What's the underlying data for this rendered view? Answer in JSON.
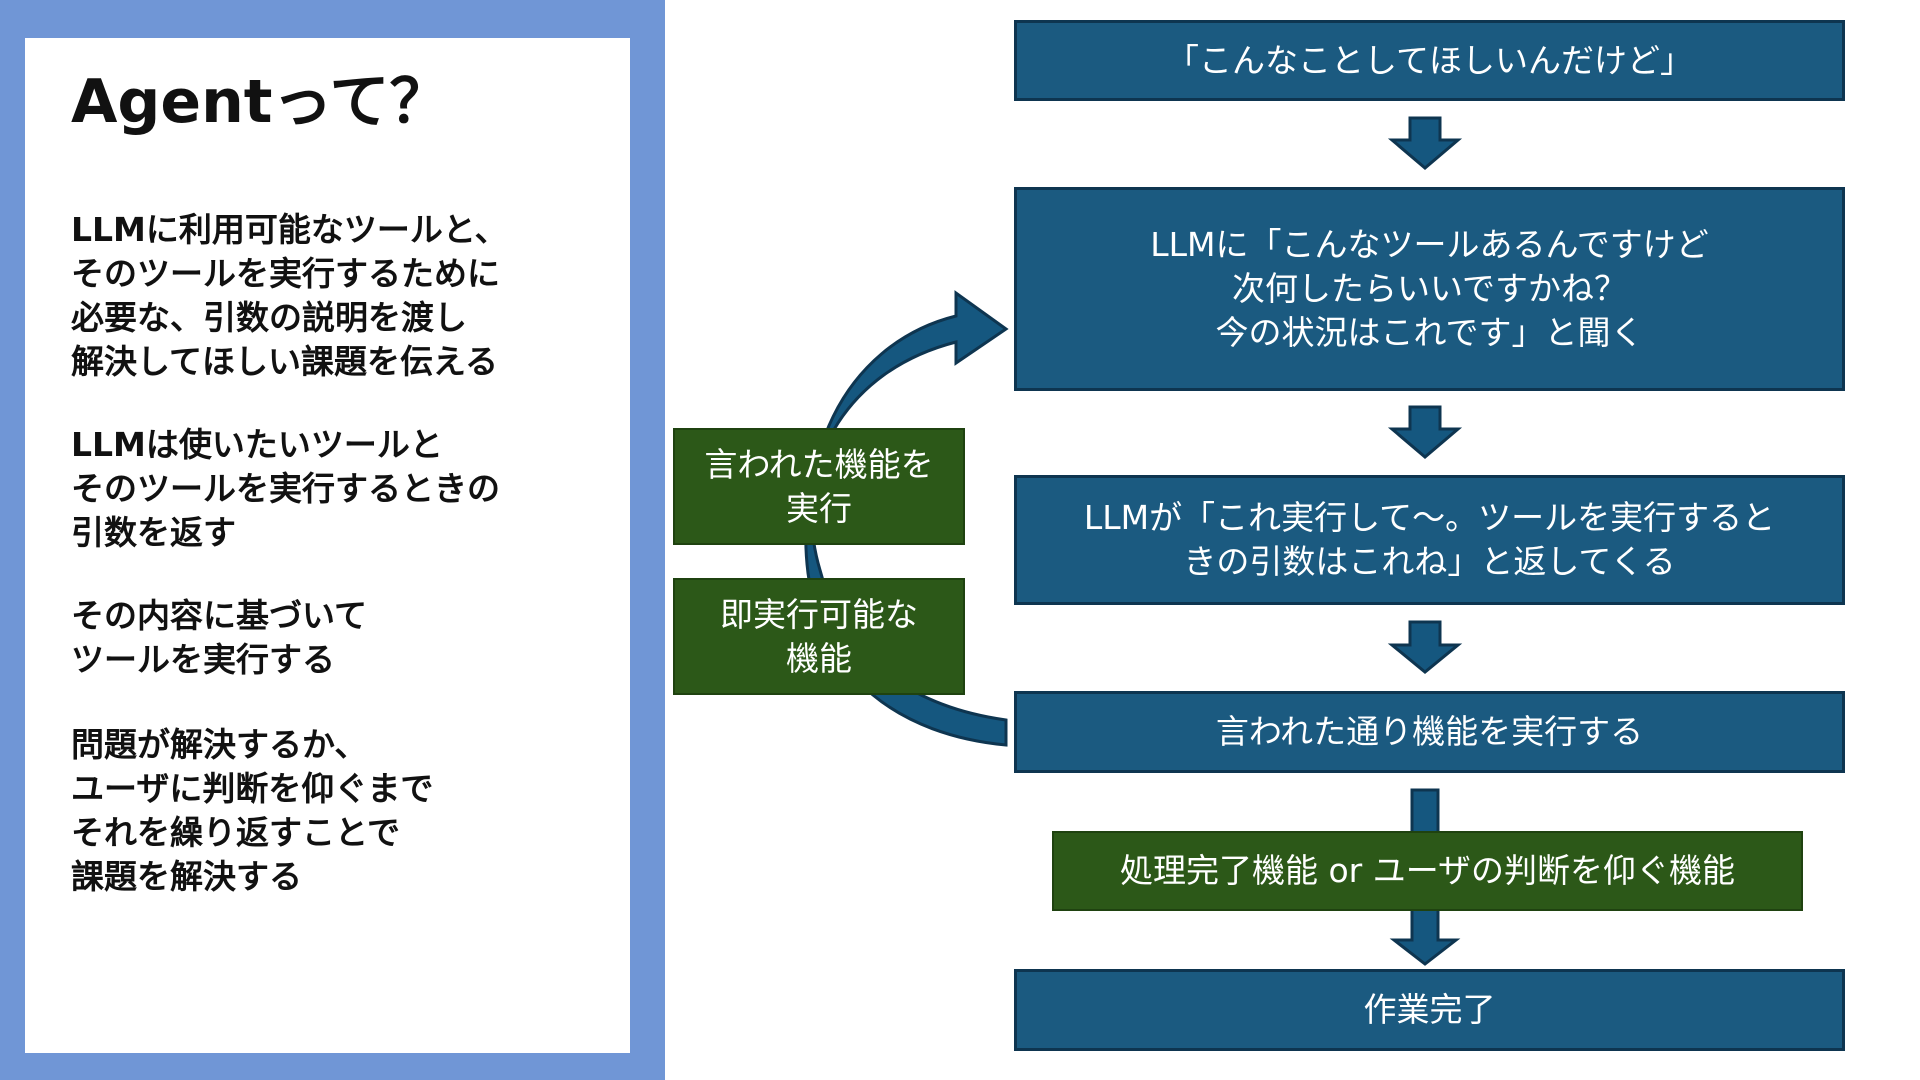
{
  "left": {
    "title": "Agentって？",
    "paragraphs": [
      [
        "LLMに利用可能なツールと、",
        "そのツールを実行するために",
        "必要な、引数の説明を渡し",
        "解決してほしい課題を伝える"
      ],
      [
        "LLMは使いたいツールと",
        "そのツールを実行するときの",
        "引数を返す"
      ],
      [
        "その内容に基づいて",
        "ツールを実行する"
      ],
      [
        "問題が解決するか、",
        "ユーザに判断を仰ぐまで",
        "それを繰り返すことで",
        "課題を解決する"
      ]
    ]
  },
  "flow": {
    "step1": [
      "「こんなことしてほしいんだけど」"
    ],
    "step2": [
      "LLMに「こんなツールあるんですけど",
      "次何したらいいですかね？",
      "今の状況はこれです」と聞く"
    ],
    "step3": [
      "LLMが「これ実行して〜。ツールを実行すると",
      "きの引数はこれね」と返してくる"
    ],
    "step4": [
      "言われた通り機能を実行する"
    ],
    "branch": [
      "処理完了機能 or ユーザの判断を仰ぐ機能"
    ],
    "step5": [
      "作業完了"
    ]
  },
  "loop_labels": {
    "execute": [
      "言われた機能を",
      "実行"
    ],
    "immediate": [
      "即実行可能な",
      "機能"
    ]
  },
  "colors": {
    "left_panel_bg": "#7096d6",
    "blue_box": "#1b5a80",
    "blue_border": "#0e3550",
    "green_box": "#2c5818",
    "text_on_box": "#ffffff"
  }
}
